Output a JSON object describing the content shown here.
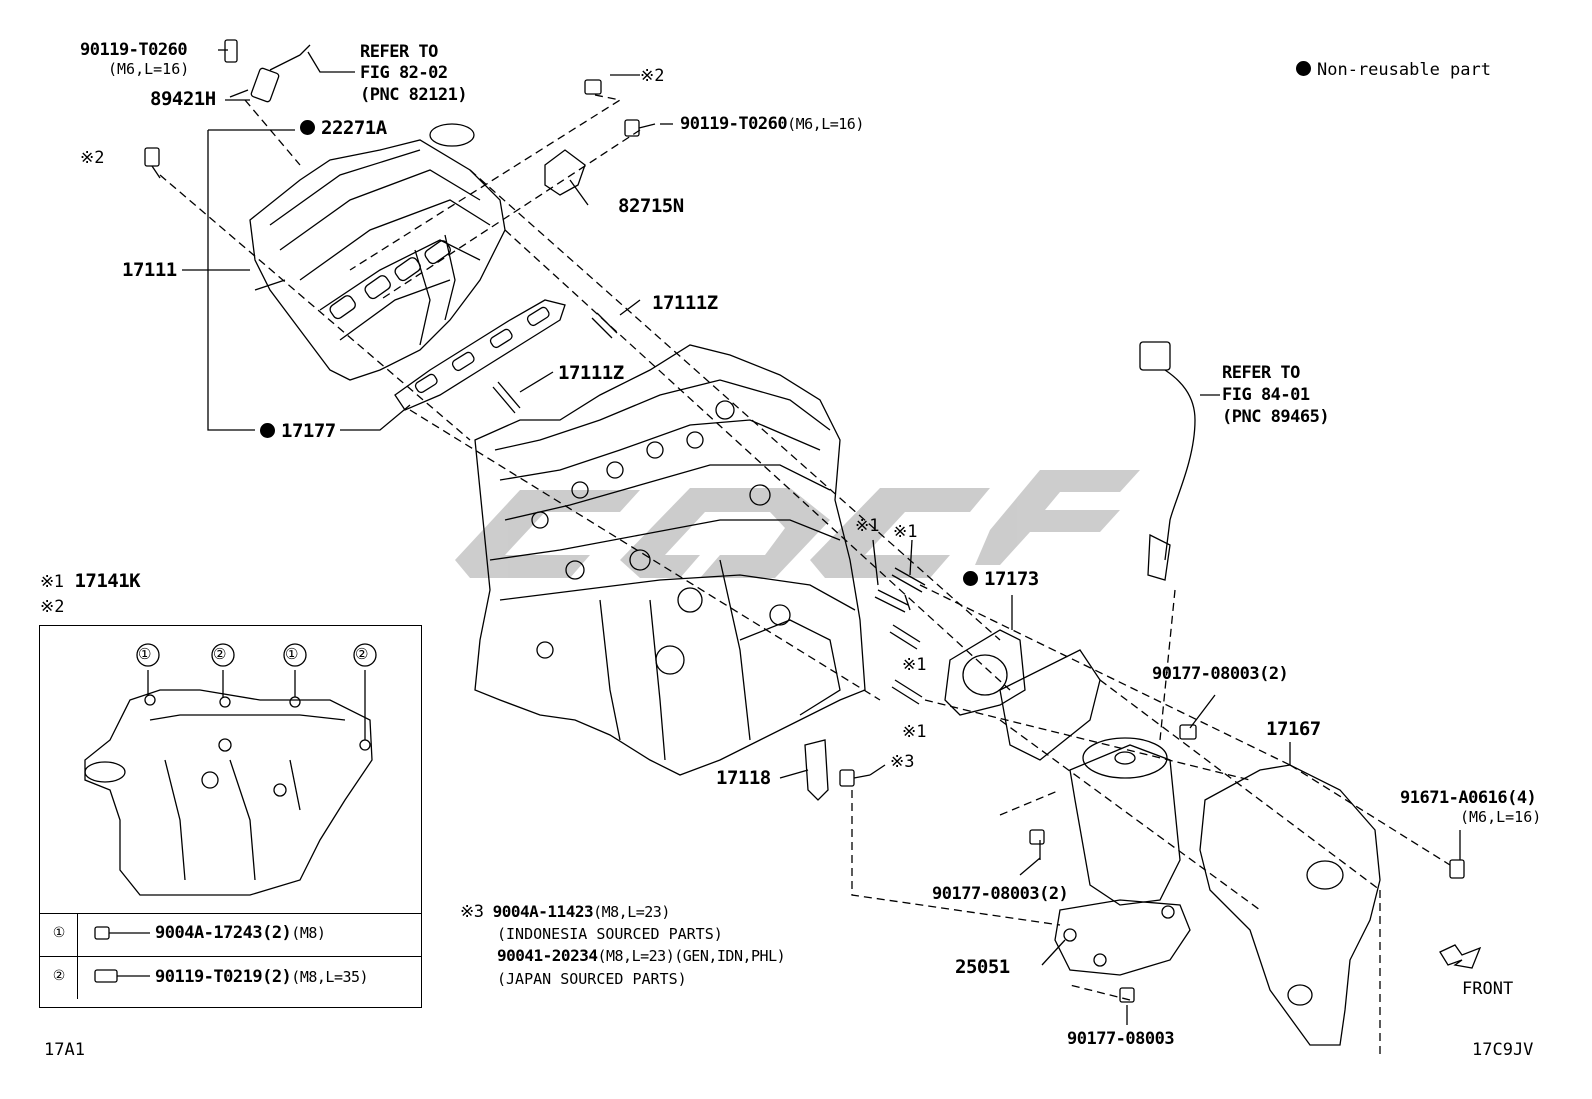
{
  "legend": {
    "non_reusable": "Non-reusable part"
  },
  "labels": {
    "p90119_top": "90119-T0260",
    "p90119_top_spec": "(M6,L=16)",
    "p89421H": "89421H",
    "refer1_l1": "REFER TO",
    "refer1_l2": "FIG 82-02",
    "refer1_l3": "(PNC 82121)",
    "p22271A": "22271A",
    "mark2_a": "※2",
    "mark2_b": "※2",
    "p90119_mid": "90119-T0260",
    "p90119_mid_spec": "(M6,L=16)",
    "p82715N": "82715N",
    "p17111": "17111",
    "p17111Z_a": "17111Z",
    "p17111Z_b": "17111Z",
    "p17177": "17177",
    "refer2_l1": "REFER TO",
    "refer2_l2": "FIG 84-01",
    "refer2_l3": "(PNC 89465)",
    "mark1_a": "※1",
    "mark1_b": "※1",
    "mark1_c": "※1",
    "mark1_d": "※1",
    "mark3": "※3",
    "p17173": "17173",
    "p90177_a": "90177-08003(2)",
    "p17167": "17167",
    "p91671": "91671-A0616(4)",
    "p91671_spec": "(M6,L=16)",
    "p17118": "17118",
    "p90177_b": "90177-08003(2)",
    "p25051": "25051",
    "p90177_c": "90177-08003",
    "front": "FRONT",
    "code_left": "17A1",
    "code_right": "17C9JV"
  },
  "inset": {
    "title_mark": "※1",
    "title_part": "17141K",
    "title_mark2": "※2",
    "callouts": [
      "①",
      "②",
      "①",
      "②"
    ],
    "rows": [
      {
        "num": "①",
        "part": "9004A-17243(2)",
        "spec": "(M8)"
      },
      {
        "num": "②",
        "part": "90119-T0219(2)",
        "spec": "(M8,L=35)"
      }
    ]
  },
  "note3": {
    "mark": "※3",
    "line1_part": "9004A-11423",
    "line1_spec": "(M8,L=23)",
    "line2": "(INDONESIA SOURCED PARTS)",
    "line3_part": "90041-20234",
    "line3_spec": "(M8,L=23)(GEN,IDN,PHL)",
    "line4": "(JAPAN SOURCED PARTS)"
  }
}
